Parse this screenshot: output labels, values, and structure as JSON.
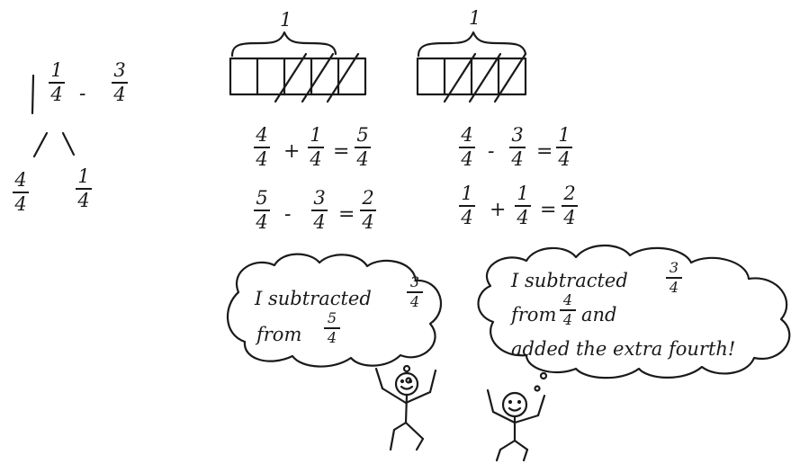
{
  "left_split": {
    "whole": "1",
    "top_num": "1",
    "top_den": "4",
    "minus": "-",
    "sub_num": "3",
    "sub_den": "4",
    "branch_left_num": "4",
    "branch_left_den": "4",
    "branch_right_num": "1",
    "branch_right_den": "4"
  },
  "model_a": {
    "brace_label": "1",
    "eq1": {
      "a_num": "4",
      "a_den": "4",
      "op": "+",
      "b_num": "1",
      "b_den": "4",
      "eq": "=",
      "c_num": "5",
      "c_den": "4"
    },
    "eq2": {
      "a_num": "5",
      "a_den": "4",
      "op": "-",
      "b_num": "3",
      "b_den": "4",
      "eq": "=",
      "c_num": "2",
      "c_den": "4"
    }
  },
  "model_b": {
    "brace_label": "1",
    "eq1": {
      "a_num": "4",
      "a_den": "4",
      "op": "-",
      "b_num": "3",
      "b_den": "4",
      "eq": "=",
      "c_num": "1",
      "c_den": "4"
    },
    "eq2": {
      "a_num": "1",
      "a_den": "4",
      "op": "+",
      "b_num": "1",
      "b_den": "4",
      "eq": "=",
      "c_num": "2",
      "c_den": "4"
    }
  },
  "bubble_left": {
    "line1": "I subtracted",
    "frac1_num": "3",
    "frac1_den": "4",
    "line2": "from",
    "frac2_num": "5",
    "frac2_den": "4"
  },
  "bubble_right": {
    "line1": "I subtracted",
    "frac1_num": "3",
    "frac1_den": "4",
    "line2_a": "from",
    "frac2_num": "4",
    "frac2_den": "4",
    "line2_b": "and",
    "line3": "added the extra fourth!"
  }
}
